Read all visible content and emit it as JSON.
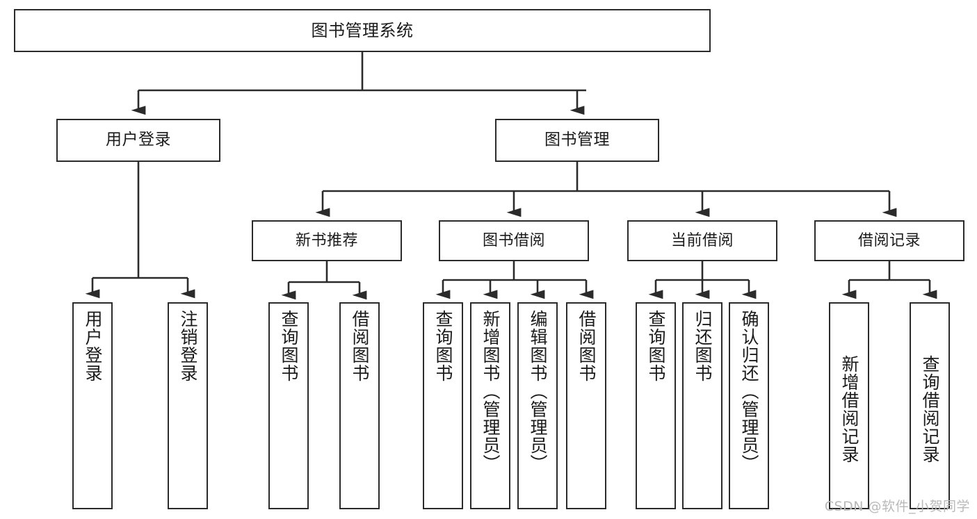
{
  "diagram": {
    "title": "图书管理系统",
    "type": "tree",
    "watermark": "CSDN @软件_小贺同学",
    "nodes": {
      "root": {
        "label": "图书管理系统"
      },
      "level1": [
        {
          "label": "用户登录"
        },
        {
          "label": "图书管理"
        }
      ],
      "level2": [
        {
          "label": "新书推荐"
        },
        {
          "label": "图书借阅"
        },
        {
          "label": "当前借阅"
        },
        {
          "label": "借阅记录"
        }
      ],
      "leaves": {
        "user_login": [
          {
            "label": "用户登录"
          },
          {
            "label": "注销登录"
          }
        ],
        "new_book": [
          {
            "label": "查询图书"
          },
          {
            "label": "借阅图书"
          }
        ],
        "book_borrow": [
          {
            "label": "查询图书"
          },
          {
            "label": "新增图书（管理员）"
          },
          {
            "label": "编辑图书（管理员）"
          },
          {
            "label": "借阅图书"
          }
        ],
        "current_borrow": [
          {
            "label": "查询图书"
          },
          {
            "label": "归还图书"
          },
          {
            "label": "确认归还（管理员）"
          }
        ],
        "borrow_record": [
          {
            "label": "新增借阅记录"
          },
          {
            "label": "查询借阅记录"
          }
        ]
      }
    },
    "colors": {
      "stroke": "#2b2b2b",
      "fill": "#ffffff",
      "text": "#1b1b1b",
      "watermark": "#b9b9b9"
    }
  }
}
